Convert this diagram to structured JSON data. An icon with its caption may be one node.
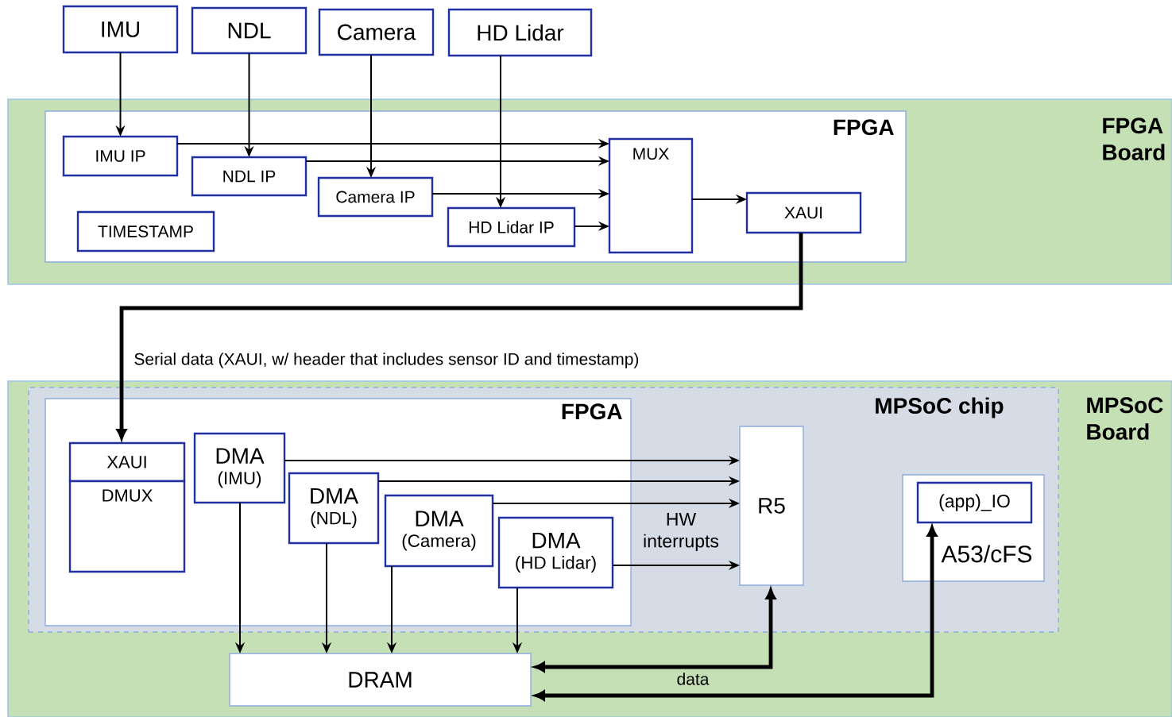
{
  "diagram": {
    "nodes": [
      {
        "text": [
          "IMU"
        ]
      },
      {
        "text": [
          "NDL"
        ]
      },
      {
        "text": [
          "Camera"
        ]
      },
      {
        "text": [
          "HD Lidar"
        ]
      },
      {
        "text": [
          "FPGA Board"
        ]
      },
      {
        "text": [
          "FPGA"
        ],
        "in": 4
      },
      {
        "text": [
          "IMU IP"
        ],
        "in": 5
      },
      {
        "text": [
          "NDL IP"
        ],
        "in": 5
      },
      {
        "text": [
          "Camera IP"
        ],
        "in": 5
      },
      {
        "text": [
          "HD Lidar IP"
        ],
        "in": 5
      },
      {
        "text": [
          "TIMESTAMP"
        ],
        "in": 5
      },
      {
        "text": [
          "MUX"
        ],
        "in": 5
      },
      {
        "text": [
          "XAUI"
        ],
        "in": 5
      },
      {
        "text": [
          "MPSoC Board"
        ]
      },
      {
        "text": [
          "MPSoC chip"
        ],
        "in": 13
      },
      {
        "text": [
          "FPGA"
        ],
        "in": 14
      },
      {
        "text": [
          "XAUI"
        ],
        "in": 15
      },
      {
        "text": [
          "DMUX"
        ],
        "in": 15
      },
      {
        "text": [
          "DMA",
          "(IMU)"
        ],
        "in": 15
      },
      {
        "text": [
          "DMA",
          "(NDL)"
        ],
        "in": 15
      },
      {
        "text": [
          "DMA",
          "(Camera)"
        ],
        "in": 15
      },
      {
        "text": [
          "DMA",
          "(HD Lidar)"
        ],
        "in": 15
      },
      {
        "text": [
          "R5"
        ],
        "in": 14
      },
      {
        "text": [
          "A53/cFS"
        ],
        "in": 14
      },
      {
        "text": [
          "(app)_IO"
        ],
        "in": 23
      },
      {
        "text": [
          "DRAM"
        ],
        "in": 13
      }
    ],
    "edges": [
      {
        "from": 0,
        "to": 6,
        "arrow": "to"
      },
      {
        "from": 1,
        "to": 7,
        "arrow": "to"
      },
      {
        "from": 2,
        "to": 8,
        "arrow": "to"
      },
      {
        "from": 3,
        "to": 9,
        "arrow": "to"
      },
      {
        "from": 6,
        "to": 11,
        "arrow": "to"
      },
      {
        "from": 7,
        "to": 11,
        "arrow": "to"
      },
      {
        "from": 8,
        "to": 11,
        "arrow": "to"
      },
      {
        "from": 9,
        "to": 11,
        "arrow": "to"
      },
      {
        "from": 11,
        "to": 12,
        "arrow": "to"
      },
      {
        "from": 12,
        "to": 16,
        "arrow": "to",
        "style": "thick",
        "label": "Serial data (XAUI, w/ header that includes sensor ID and timestamp)"
      },
      {
        "from": 18,
        "to": 22,
        "arrow": "to"
      },
      {
        "from": 19,
        "to": 22,
        "arrow": "to"
      },
      {
        "from": 20,
        "to": 22,
        "arrow": "to"
      },
      {
        "from": 21,
        "to": 22,
        "arrow": "to"
      },
      {
        "from": 18,
        "to": 25,
        "arrow": "to"
      },
      {
        "from": 19,
        "to": 25,
        "arrow": "to"
      },
      {
        "from": 20,
        "to": 25,
        "arrow": "to"
      },
      {
        "from": 21,
        "to": 25,
        "arrow": "to"
      },
      {
        "from": 25,
        "to": 22,
        "arrow": "both",
        "style": "thick",
        "label": "data"
      },
      {
        "from": 25,
        "to": 24,
        "arrow": "both",
        "style": "thick"
      }
    ],
    "labels": [
      "HW interrupts"
    ]
  }
}
